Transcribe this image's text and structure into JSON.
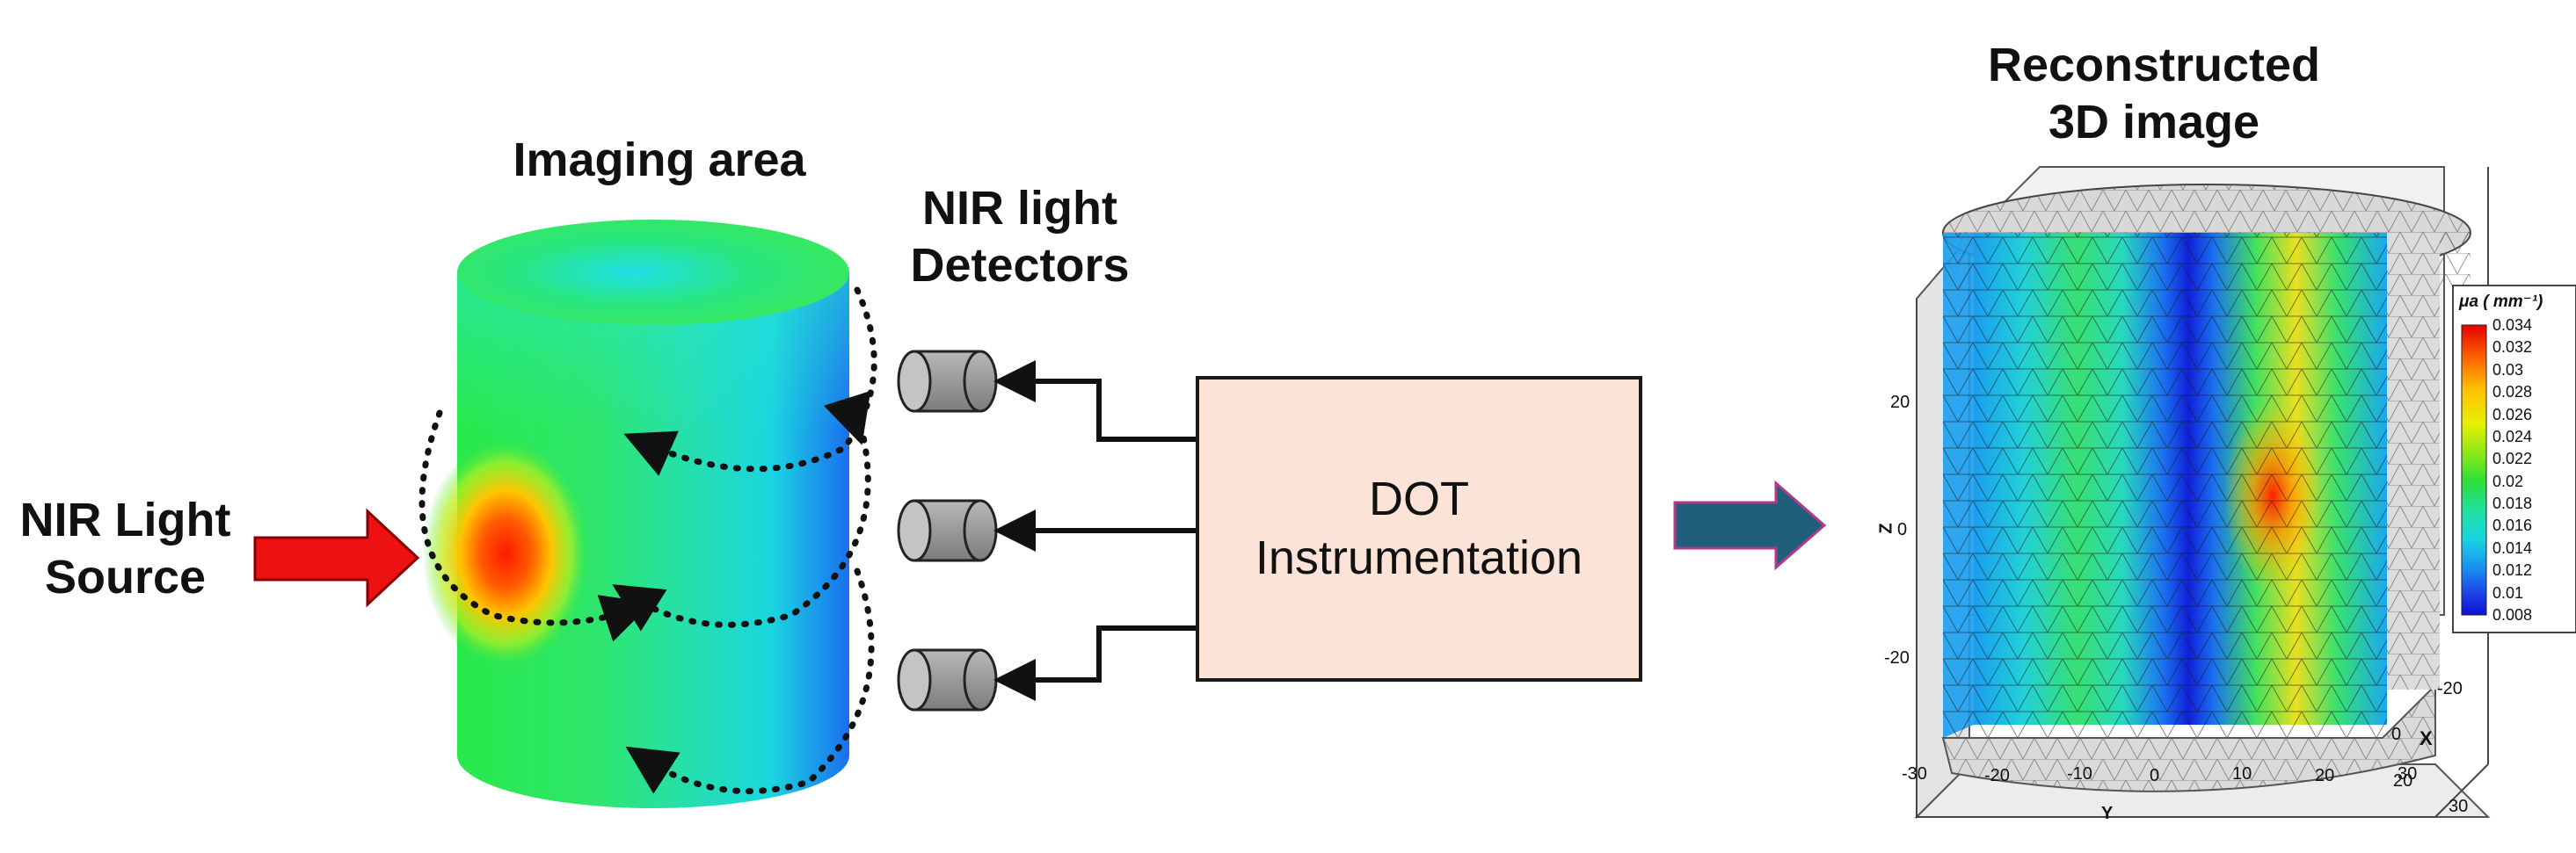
{
  "labels": {
    "imaging_area": "Imaging area",
    "detectors_line1": "NIR light",
    "detectors_line2": "Detectors",
    "source_line1": "NIR Light",
    "source_line2": "Source",
    "instrument_line1": "DOT",
    "instrument_line2": "Instrumentation",
    "recon_line1": "Reconstructed",
    "recon_line2": "3D image"
  },
  "plot": {
    "colorbar_title": "μa ( mm⁻¹)",
    "colorbar_ticks": [
      "0.034",
      "0.032",
      "0.03",
      "0.028",
      "0.026",
      "0.024",
      "0.022",
      "0.02",
      "0.018",
      "0.016",
      "0.014",
      "0.012",
      "0.01",
      "0.008"
    ],
    "z_axis_label": "Z",
    "z_ticks": [
      "20",
      "0",
      "-20"
    ],
    "y_axis_label": "Y",
    "y_ticks": [
      "-30",
      "-20",
      "-10",
      "0",
      "10",
      "20",
      "30"
    ],
    "x_axis_label": "X",
    "x_ticks": [
      "-20",
      "0",
      "20",
      "30"
    ]
  },
  "colors": {
    "source_arrow": "#ee1111",
    "recon_arrow": "#1f5f7a",
    "box_fill": "#fbe3d8"
  }
}
